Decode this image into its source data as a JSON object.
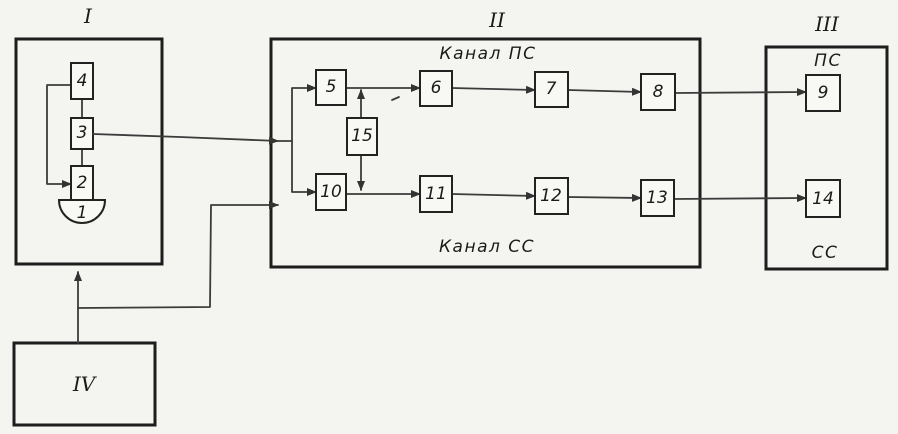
{
  "blocks": {
    "I": {
      "label": "I"
    },
    "II": {
      "label": "II",
      "top_caption": "Канал ПС",
      "bottom_caption": "Канал СС"
    },
    "III": {
      "label": "III",
      "top_caption": "ПС",
      "bottom_caption": "СС"
    },
    "IV": {
      "label": "IV"
    }
  },
  "units": {
    "u1": "1",
    "u2": "2",
    "u3": "3",
    "u4": "4",
    "u5": "5",
    "u6": "6",
    "u7": "7",
    "u8": "8",
    "u9": "9",
    "u10": "10",
    "u11": "11",
    "u12": "12",
    "u13": "13",
    "u14": "14",
    "u15": "15"
  }
}
